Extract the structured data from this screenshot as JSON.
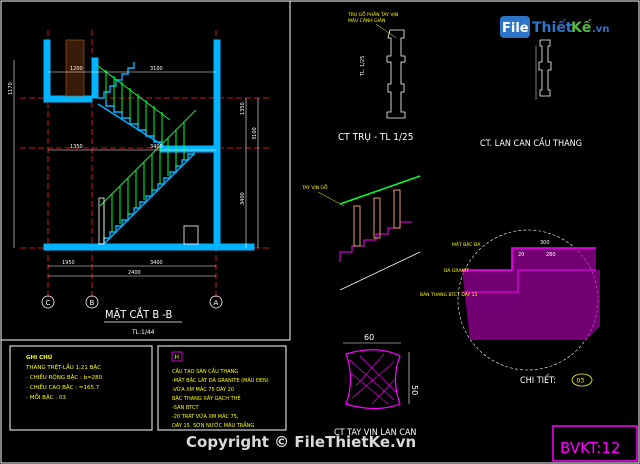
{
  "colors": {
    "background": "#000000",
    "frame": "#ffffff",
    "wall": "#00b4ff",
    "rail": "#00ff33",
    "dim": "#ffffff",
    "grid": "#ff2020",
    "note_yellow": "#ffff00",
    "magenta": "#ff00ff",
    "watermark_blue": "#2e74c8",
    "watermark_green": "#57b947"
  },
  "section": {
    "title": "MẶT CẮT B -B",
    "scale": "TL:1/44",
    "dims_top": [
      "1200",
      "3100",
      "1350",
      "3400"
    ],
    "dims_side": [
      "1350",
      "3400",
      "3100",
      "1170"
    ],
    "dims_bottom": [
      "1950",
      "3400",
      "2400"
    ],
    "grid_labels": [
      "C",
      "B",
      "A"
    ]
  },
  "post_detail": {
    "title": "CT TRỤ - TL 1/25",
    "note": "TRỤ GỖ PHẦN TAY VỊN",
    "note2": "MÀU CÁNH GIÁN",
    "scale_text": "TL. 1/25"
  },
  "railing_detail": {
    "title": "CT. LAN CAN CẦU THANG"
  },
  "handrail_detail": {
    "note": "TAY VỊN GỖ"
  },
  "step_detail": {
    "note_top": "MẶT BẬC ĐÁ",
    "dims": [
      "300",
      "280",
      "20"
    ],
    "label_stone": "ĐÁ GRANIT",
    "label_concrete": "BẢN THANG BTCT DÀY 15",
    "chi_tiet": "CHI TIẾT:",
    "chi_tiet_badge": "03"
  },
  "baluster_section": {
    "title": "CT TAY VỊN LAN CAN",
    "dim_w": "60",
    "dim_h": "50"
  },
  "notes_left": {
    "heading": "GHI CHÚ",
    "line1": "THANG TRỆT-LẦU 1:21 BẬC",
    "line2": "- CHIỀU RỘNG BẬC : b=280",
    "line3": "- CHIỀU CAO BẬC  : =165.7",
    "line4": "- MỖI BẬC : 03"
  },
  "notes_right": {
    "badge": "H",
    "heading": "CẤU TẠO SÀN CẦU THANG",
    "line1": "-MẶT BẬC LÁT ĐÁ GRANITE (MÀU ĐEN)",
    "line2": "-VỮA XM MÁC 75 DÀY 20",
    "line3": "BẬC THANG XÂY GẠCH THẺ",
    "line4": "-SÀN BTCT",
    "line5": "-20 TRÁT VỮA XM MÁC 75,",
    "line6": "DÀY 15. SƠN NƯỚC MÀU TRẮNG"
  },
  "sheet_label": "BVKT:12",
  "watermark": {
    "logo_file": "File",
    "logo_thiet": "Thiết",
    "logo_ke": "Kế",
    "logo_vn": ".vn",
    "copyright": "Copyright © FileThietKe.vn"
  }
}
